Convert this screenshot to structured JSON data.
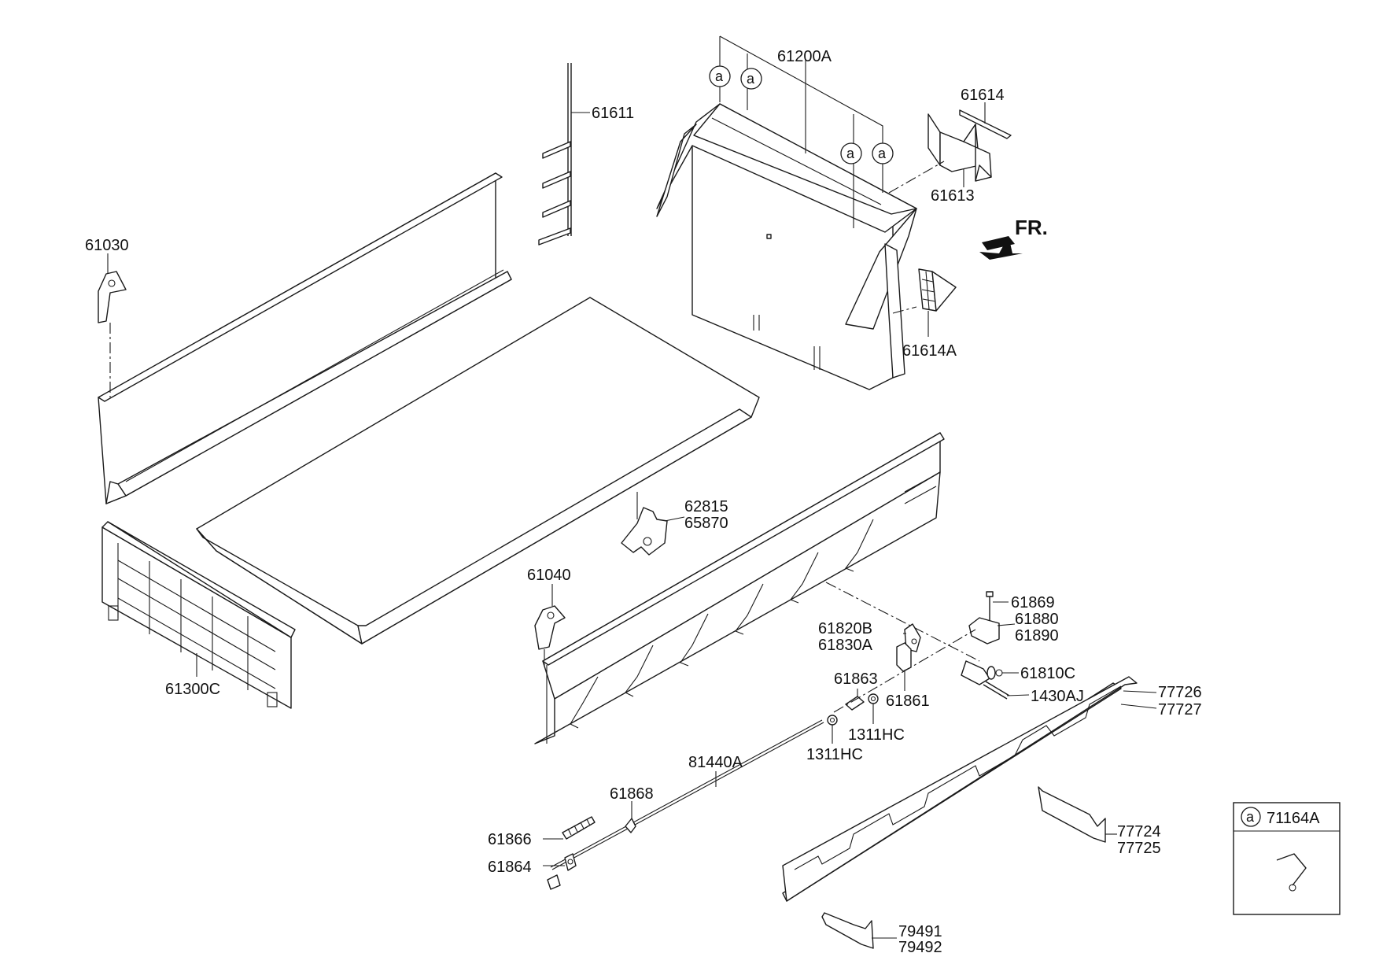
{
  "callout_marker": "a",
  "direction": {
    "text": "FR."
  },
  "legend": {
    "marker": "a",
    "part_number": "71164A"
  },
  "labels": {
    "p61200A": "61200A",
    "p61611": "61611",
    "p61614": "61614",
    "p61613": "61613",
    "p61614A": "61614A",
    "p61030": "61030",
    "p62815": "62815",
    "p65870": "65870",
    "p61040": "61040",
    "p61300C": "61300C",
    "p61869": "61869",
    "p61880": "61880",
    "p61890": "61890",
    "p61820B": "61820B",
    "p61830A": "61830A",
    "p61810C": "61810C",
    "p61863": "61863",
    "p61861": "61861",
    "p1430AJ": "1430AJ",
    "p77726": "77726",
    "p77727": "77727",
    "p1311HC_a": "1311HC",
    "p1311HC_b": "1311HC",
    "p81440A": "81440A",
    "p61868": "61868",
    "p61866": "61866",
    "p61864": "61864",
    "p77724": "77724",
    "p77725": "77725",
    "p79491": "79491",
    "p79492": "79492"
  }
}
